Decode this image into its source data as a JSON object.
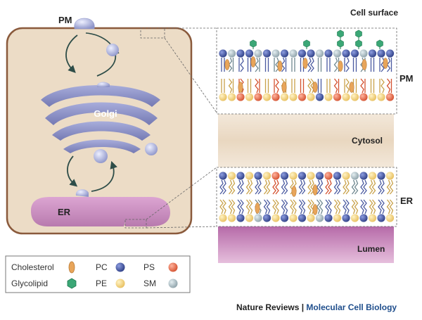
{
  "labels": {
    "pm_cell": "PM",
    "golgi": "Golgi",
    "er_cell": "ER",
    "cell_surface": "Cell surface",
    "pm_right": "PM",
    "cytosol": "Cytosol",
    "er_right": "ER",
    "lumen": "Lumen"
  },
  "legend": {
    "cholesterol": "Cholesterol",
    "glycolipid": "Glycolipid",
    "pc": "PC",
    "pe": "PE",
    "ps": "PS",
    "sm": "SM"
  },
  "colors": {
    "cell_fill": "#ecdcc6",
    "cell_border": "#8a5a3c",
    "golgi": "#8d92c4",
    "er": "#c98bbf",
    "vesicle": "#a9b0dc",
    "arrow": "#2e4d48",
    "pc": "#3c4f9a",
    "pe": "#f2d27a",
    "ps": "#e5694e",
    "sm": "#a7b7bd",
    "cholesterol": "#e8a55a",
    "glycolipid": "#3ba776",
    "cytosol": "#ecdcc6",
    "lumen": "#c681b8"
  },
  "credit": {
    "publisher": "Nature Reviews",
    "separator": " | ",
    "journal": "Molecular Cell Biology"
  }
}
